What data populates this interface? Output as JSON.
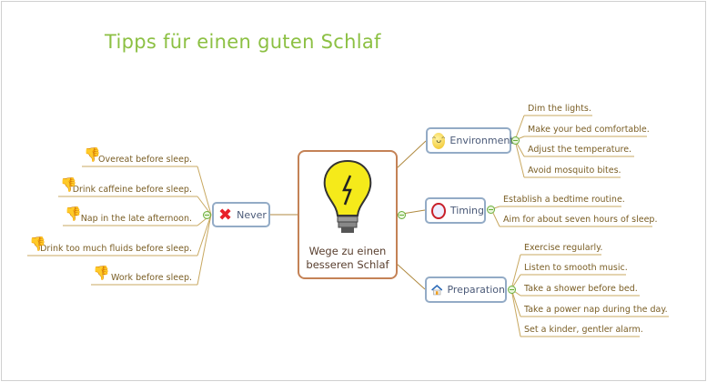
{
  "title": "Tipps für einen guten Schlaf",
  "center": {
    "line1": "Wege zu einen",
    "line2": "besseren Schlaf",
    "icon": "light-bulb-icon"
  },
  "branches": {
    "never": {
      "label": "Never",
      "icon": "red-x-icon",
      "items": [
        "Overeat before sleep.",
        "Drink caffeine before sleep.",
        "Nap in the late afternoon.",
        "Drink too much fluids before sleep.",
        "Work before sleep."
      ],
      "item_icon": "thumbs-down-icon"
    },
    "environment": {
      "label": "Environment",
      "icon": "smiley-icon",
      "items": [
        "Dim the lights.",
        "Make your bed comfortable.",
        "Adjust the temperature.",
        "Avoid mosquito bites."
      ]
    },
    "timing": {
      "label": "Timing",
      "icon": "alarm-clock-icon",
      "items": [
        "Establish a bedtime routine.",
        "Aim for about seven hours of sleep."
      ]
    },
    "preparation": {
      "label": "Preparation",
      "icon": "house-icon",
      "items": [
        "Exercise regularly.",
        "Listen to smooth music.",
        "Take a shower before bed.",
        "Take a power nap during the day.",
        "Set a kinder, gentler alarm."
      ]
    }
  },
  "colors": {
    "title": "#8cc043",
    "leaf_line": "#c8a860",
    "node_border": "#93abc6",
    "center_border": "#c48256"
  }
}
